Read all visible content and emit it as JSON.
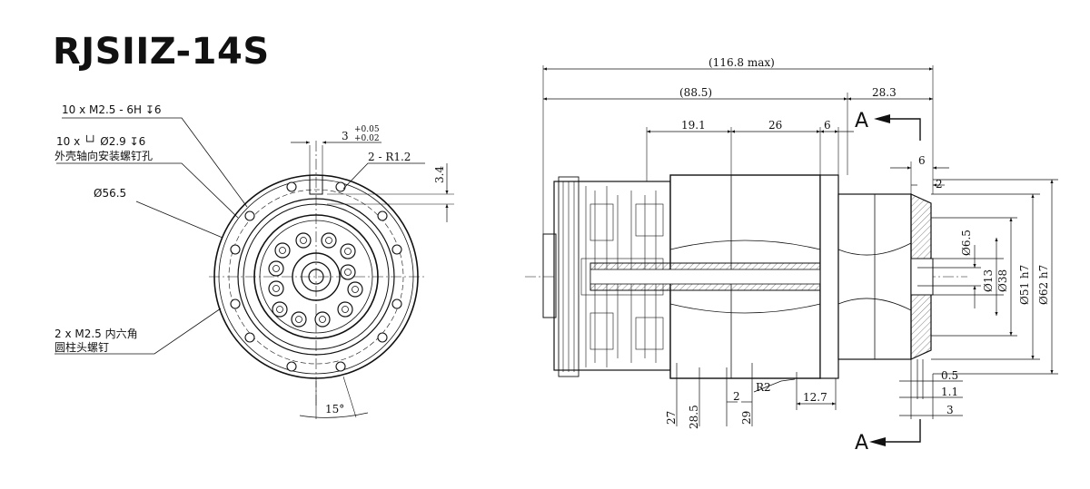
{
  "title": "RJSIIZ-14S",
  "front_view": {
    "callout_thread": "10 x M2.5 - 6H ↧6",
    "callout_counterbore": "10 x └┘ Ø2.9 ↧6",
    "callout_counterbore_note": "外壳轴向安装螺钉孔",
    "callout_dia": "Ø56.5",
    "callout_screw": "2 x M2.5 内六角",
    "callout_screw_note": "圆柱头螺钉",
    "dim_slot_width": "3",
    "dim_tol_upper": "+0.05",
    "dim_tol_lower": "+0.02",
    "dim_radius": "2 - R1.2",
    "dim_depth": "3.4",
    "dim_angle": "15°"
  },
  "side_view": {
    "overall": "(116.8 max)",
    "len_a": "(88.5)",
    "len_b": "28.3",
    "len_c": "19.1",
    "len_d": "26",
    "len_e": "6",
    "len_f": "6",
    "len_g": "2",
    "dia_1": "Ø6.5",
    "dia_2": "Ø13",
    "dia_3": "Ø38",
    "dia_4": "Ø51 h7",
    "dia_5": "Ø62 h7",
    "bot_1": "0.5",
    "bot_2": "1.1",
    "bot_3": "3",
    "bot_4": "12.7",
    "bot_5": "R2",
    "bot_6": "2",
    "bot_7": "27",
    "bot_8": "28.5",
    "bot_9": "29",
    "section_top": "A",
    "section_bottom": "A"
  }
}
